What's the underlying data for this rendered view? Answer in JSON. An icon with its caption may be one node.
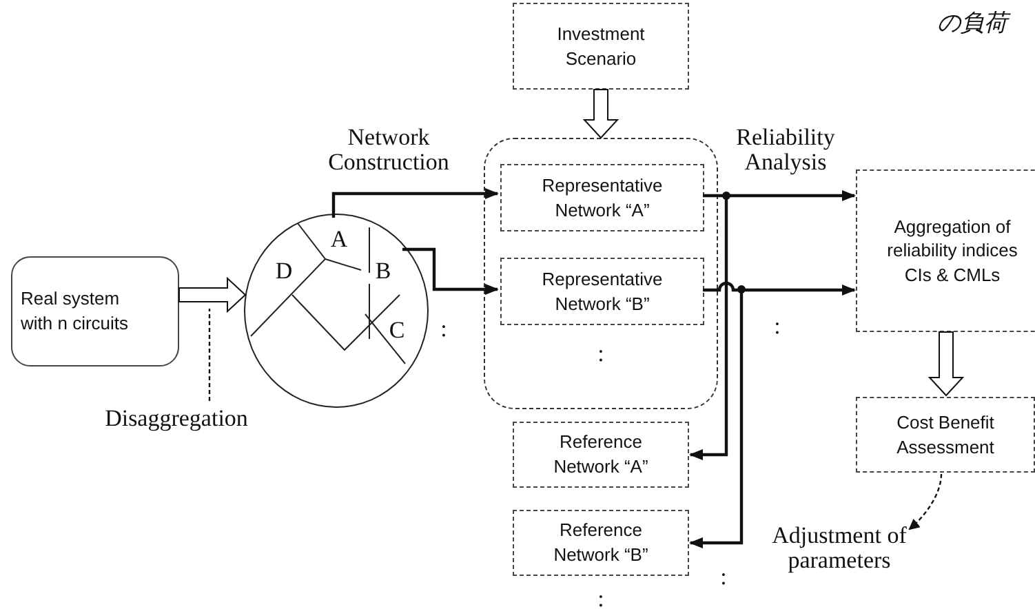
{
  "diagram": {
    "nodes": [
      {
        "text": [
          "Investment Scenario"
        ]
      },
      {
        "text": [
          "Real system with n circuits"
        ]
      },
      {
        "text": [],
        "shape": "circle"
      },
      {
        "text": [],
        "shape": "box"
      },
      {
        "text": [
          "Representative Network “A”"
        ],
        "in": 3
      },
      {
        "text": [
          "Representative Network “B”"
        ],
        "in": 3
      },
      {
        "text": [
          "Aggregation of reliability indices CIs & CMLs"
        ]
      },
      {
        "text": [
          "Cost Benefit Assessment"
        ]
      },
      {
        "text": [
          "Reference Network “A”"
        ]
      },
      {
        "text": [
          "Reference Network “B”"
        ]
      },
      {
        "text": [
          "Adjustment of parameters"
        ]
      },
      {
        "text": [
          "Disaggregation"
        ]
      }
    ],
    "edges": [
      {
        "from": 0,
        "to": 3,
        "arrow": "to",
        "style": "thick"
      },
      {
        "from": 1,
        "to": 2,
        "arrow": "to",
        "style": "thick"
      },
      {
        "from": 2,
        "to": 4,
        "arrow": "to"
      },
      {
        "from": 2,
        "to": 5,
        "arrow": "to"
      },
      {
        "from": 4,
        "to": 6,
        "arrow": "to"
      },
      {
        "from": 5,
        "to": 6,
        "arrow": "to"
      },
      {
        "from": 4,
        "to": 8,
        "arrow": "to"
      },
      {
        "from": 5,
        "to": 9,
        "arrow": "to"
      },
      {
        "from": 6,
        "to": 7,
        "arrow": "to",
        "style": "thick"
      },
      {
        "from": 7,
        "to": 10,
        "arrow": "to",
        "style": "dashed"
      },
      {
        "from": 11,
        "to": null,
        "arrow": "none",
        "style": "dashed"
      }
    ],
    "labels": [
      "の負荷",
      "Network Construction",
      "Reliability Analysis",
      "A",
      "B",
      "C",
      "D",
      ":",
      ":",
      ":",
      ":",
      ":"
    ]
  }
}
